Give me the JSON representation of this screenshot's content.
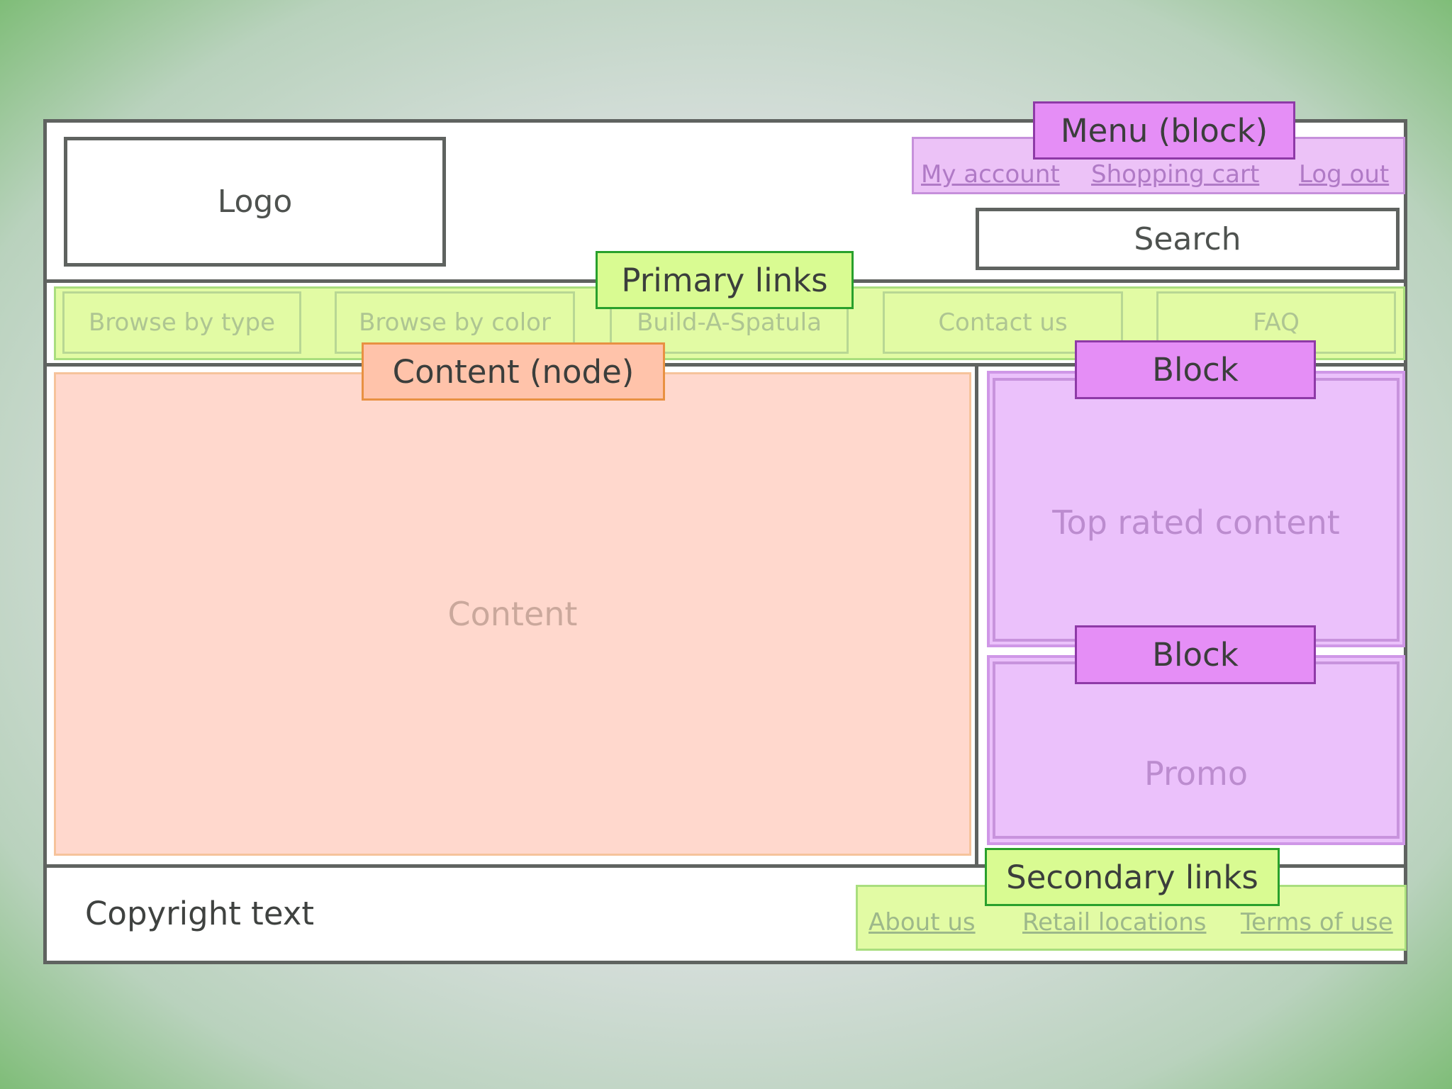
{
  "header": {
    "logo_label": "Logo",
    "search_label": "Search",
    "menu_tag": "Menu (block)",
    "menu_links": [
      "My account",
      "Shopping cart",
      "Log out"
    ]
  },
  "primary_nav": {
    "tag": "Primary links",
    "items": [
      "Browse by type",
      "Browse by color",
      "Build-A-Spatula",
      "Contact us",
      "FAQ"
    ]
  },
  "content": {
    "tag": "Content (node)",
    "label": "Content"
  },
  "sidebar": {
    "block1_tag": "Block",
    "block1_text": "Top rated content",
    "block2_tag": "Block",
    "block2_text": "Promo"
  },
  "footer": {
    "copyright": "Copyright text",
    "secondary_tag": "Secondary links",
    "links": [
      "About us",
      "Retail locations",
      "Terms of use"
    ]
  },
  "colors": {
    "frame_border": "#5f6360",
    "menu_block": "#e58ef6",
    "primary_links": "#d9fb92",
    "content_node": "#ffc3aa"
  }
}
